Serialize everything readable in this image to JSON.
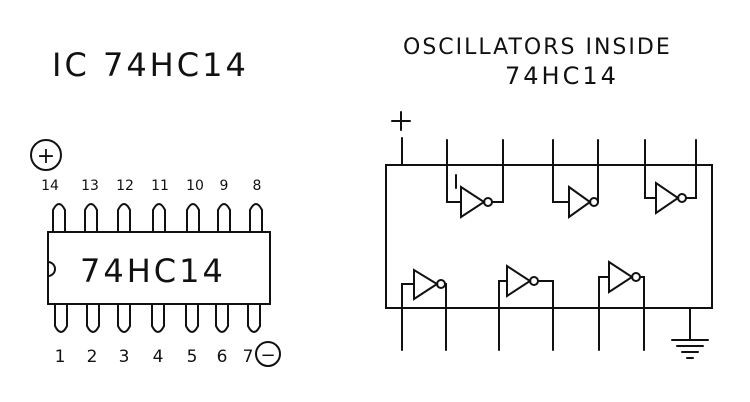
{
  "left_title": "IC 74HC14",
  "right_title_line1": "OSCILLATORS INSIDE",
  "right_title_line2": "74HC14",
  "chip_label": "74HC14",
  "plus_symbol": "+",
  "minus_symbol": "−",
  "top_pins": [
    "14",
    "13",
    "12",
    "11",
    "10",
    "9",
    "8"
  ],
  "bottom_pins": [
    "1",
    "2",
    "3",
    "4",
    "5",
    "6",
    "7"
  ],
  "inverter_count": 6,
  "ink_color": "#111111",
  "paper_color": "#ffffff"
}
